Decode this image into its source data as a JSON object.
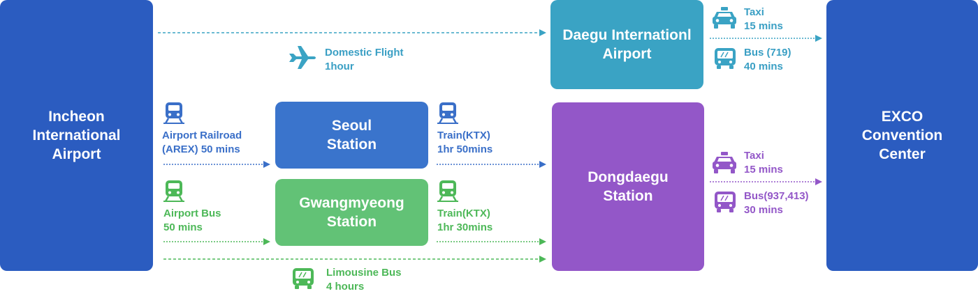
{
  "colors": {
    "blue": "#2b5cc0",
    "seoul": "#3a74cc",
    "teal": "#3aa3c4",
    "green": "#62c276",
    "purple": "#9357c8",
    "blue_text": "#3a6fc8",
    "teal_text": "#3a9fc4",
    "green_text": "#4db858",
    "purple_text": "#9357c8"
  },
  "nodes": {
    "incheon": "Incheon\nInternational\nAirport",
    "exco": "EXCO\nConvention\nCenter",
    "daegu_airport": "Daegu Internationl\nAirport",
    "seoul_station": "Seoul\nStation",
    "gwangmyeong_station": "Gwangmyeong\nStation",
    "dongdaegu_station": "Dongdaegu\nStation"
  },
  "routes": {
    "domestic_flight": "Domestic Flight\n1hour",
    "arex": "Airport Railroad\n(AREX) 50 mins",
    "airport_bus": "Airport Bus\n50 mins",
    "ktx_seoul": "Train(KTX)\n1hr 50mins",
    "ktx_gwangmyeong": "Train(KTX)\n1hr 30mins",
    "limousine": "Limousine Bus\n4 hours",
    "taxi_airport": "Taxi\n15 mins",
    "bus_airport": "Bus (719)\n40 mins",
    "taxi_dongdaegu": "Taxi\n15 mins",
    "bus_dongdaegu": "Bus(937,413)\n30 mins"
  },
  "icons": {
    "plane": "airplane-icon",
    "train": "train-icon",
    "bus": "bus-icon",
    "taxi": "taxi-icon"
  }
}
